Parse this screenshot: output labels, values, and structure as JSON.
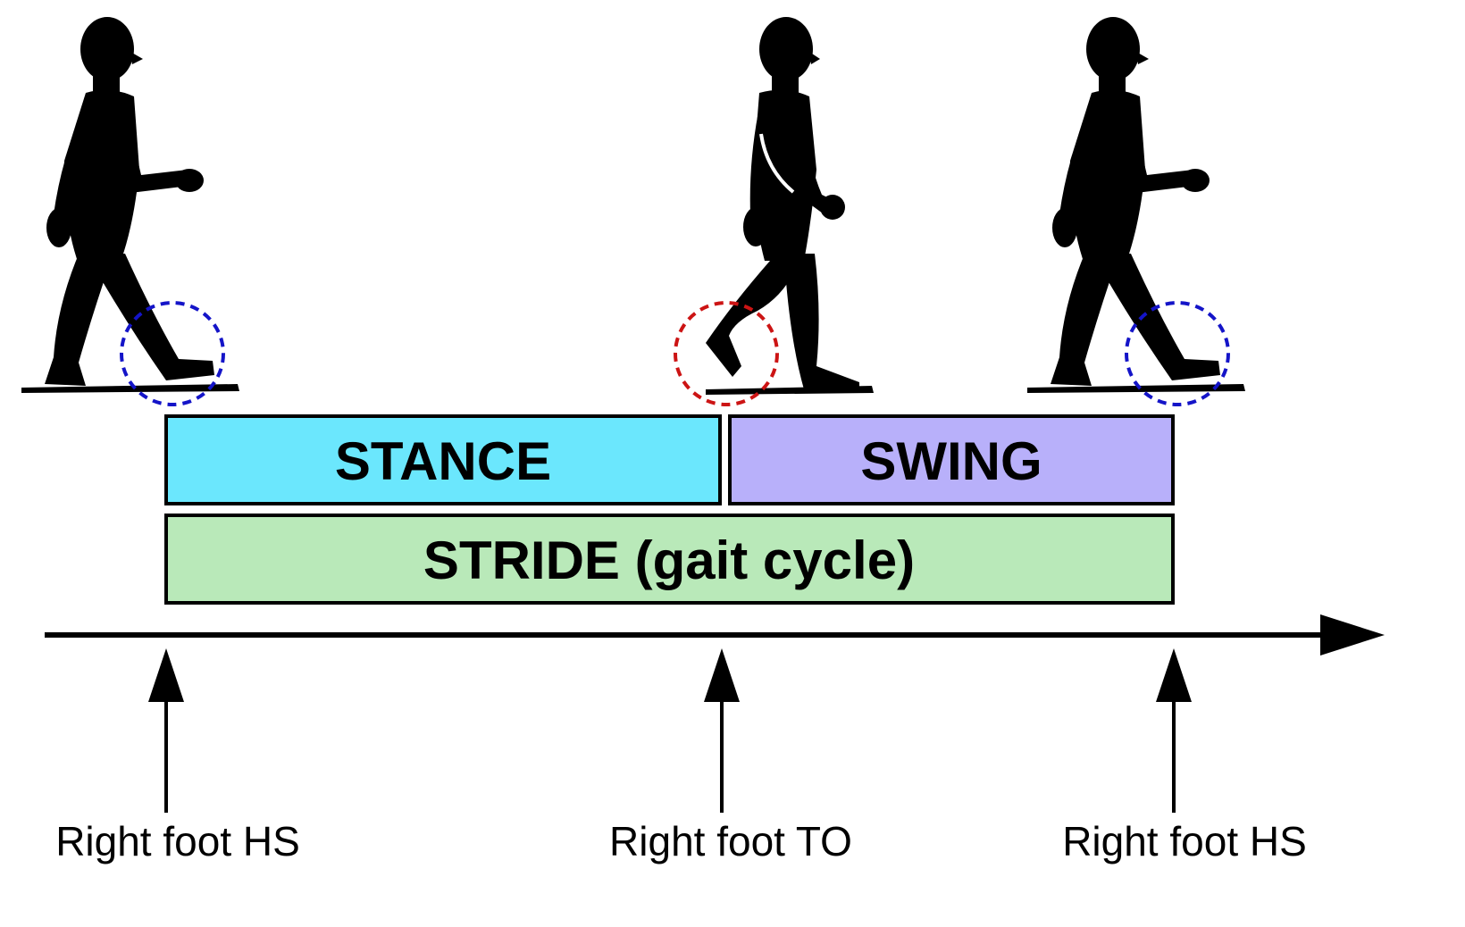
{
  "phases": {
    "stance": "STANCE",
    "swing": "SWING",
    "stride": "STRIDE (gait cycle)"
  },
  "events": [
    {
      "label": "Right foot HS"
    },
    {
      "label": "Right foot TO"
    },
    {
      "label": "Right foot HS"
    }
  ],
  "colors": {
    "stance_fill": "#6be7fd",
    "swing_fill": "#b8b0fa",
    "stride_fill": "#b9e9b9",
    "heel_strike_marker": "#1414c8",
    "toe_off_marker": "#cc1414",
    "silhouette": "#000000"
  },
  "icons": [
    "walker-silhouette-icon",
    "heel-strike-marker-icon",
    "toe-off-marker-icon",
    "timeline-arrow-icon"
  ]
}
